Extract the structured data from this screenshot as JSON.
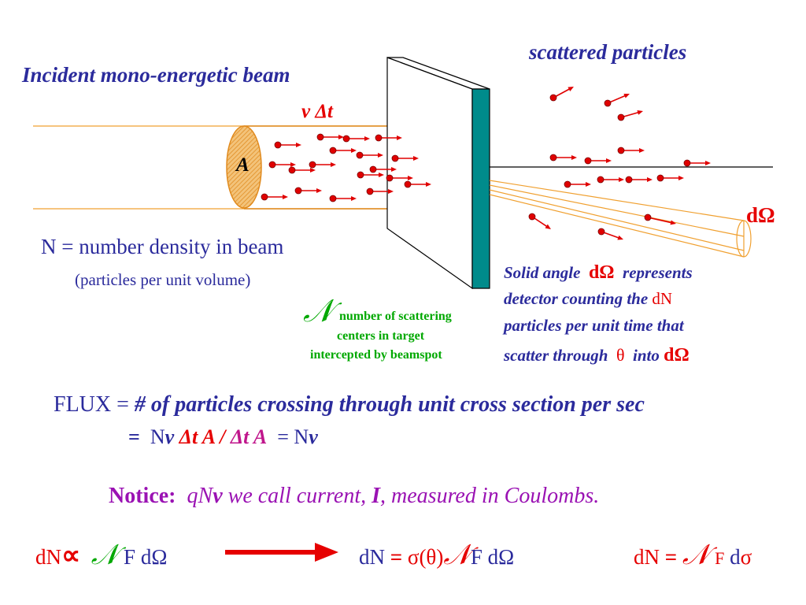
{
  "beam": {
    "title": "Incident mono-energetic beam",
    "vdt": "v Δt",
    "area_label": "A"
  },
  "scattered": {
    "title": "scattered particles",
    "dOmega": "dΩ"
  },
  "density": {
    "line1": "N = number density in beam",
    "line2": "(particles per unit volume)"
  },
  "centers": {
    "symbol": "𝒩",
    "line1": "number of scattering",
    "line2": "centers in target",
    "line3": "intercepted by beamspot"
  },
  "solid_angle": {
    "l1a": "Solid angle",
    "l1b": "dΩ",
    "l1c": "represents",
    "l2a": "detector counting the",
    "l2b": "dN",
    "l3": "particles per unit time that",
    "l4a": "scatter through",
    "l4b": "θ",
    "l4c": "into",
    "l4d": "dΩ"
  },
  "flux": {
    "label": "FLUX",
    "eq": "=",
    "desc": "# of particles crossing through unit cross section per sec",
    "eq2": "=",
    "n1": "N",
    "v1": "v",
    "dt1": "Δt A /",
    "dt2": "Δt A",
    "eq3": "= N",
    "v2": "v"
  },
  "notice": {
    "label": "Notice:",
    "q": "qN",
    "v": "v",
    "text1": "we call current,",
    "I": "I",
    "text2": ", measured in Coulombs."
  },
  "equations": {
    "left_dn": "dN",
    "prop": "∝",
    "left_N": "𝒩",
    "left_rest": "F dΩ",
    "mid_dn": "dN",
    "mid_eq": "=",
    "mid_sigma": "σ(θ)",
    "mid_N": "𝒩",
    "mid_rest": "F dΩ",
    "right_dn": "dN",
    "right_eq": "=",
    "right_N": "𝒩",
    "right_F": "F",
    "right_d": "d",
    "right_sigma": "σ"
  },
  "colors": {
    "beam_edge": "#f0a030",
    "target_face": "#008b8b",
    "particle": "#e00000",
    "title_blue": "#2b2b9c",
    "green": "#00a800",
    "purple": "#9a12b3"
  }
}
